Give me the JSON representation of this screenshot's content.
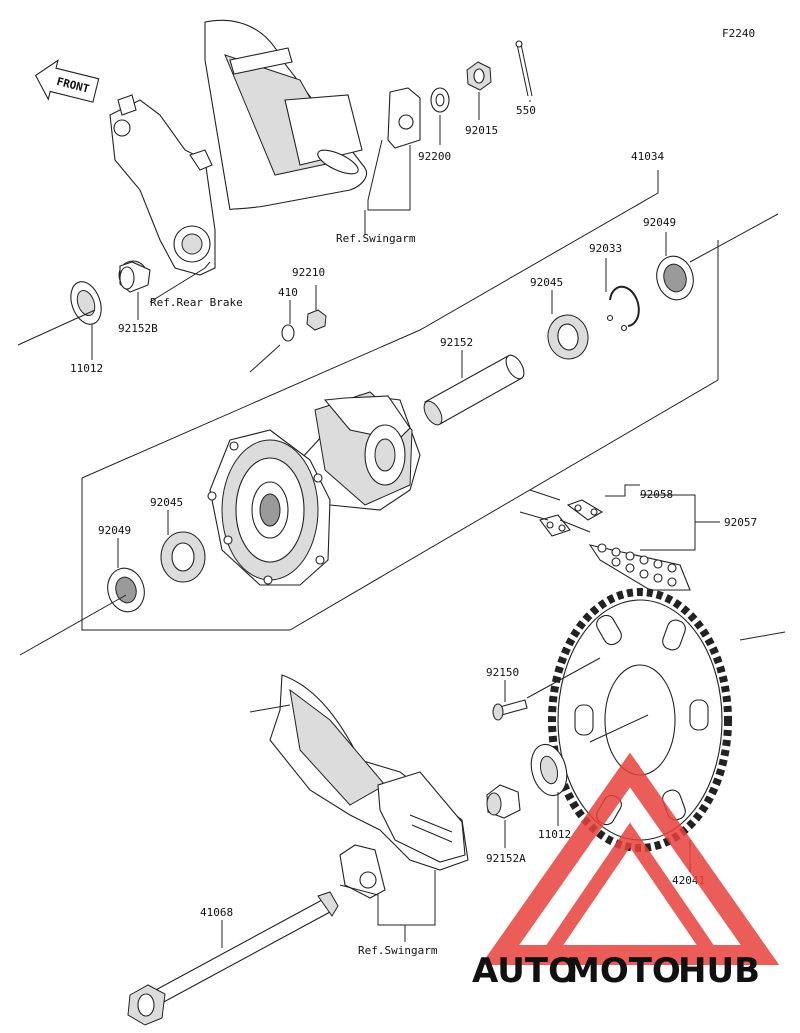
{
  "figure_code": "F2240",
  "front_label": "FRONT",
  "parts": [
    {
      "id": "p550",
      "number": "550"
    },
    {
      "id": "p92015",
      "number": "92015"
    },
    {
      "id": "p92200",
      "number": "92200"
    },
    {
      "id": "p41034",
      "number": "41034"
    },
    {
      "id": "p92049a",
      "number": "92049"
    },
    {
      "id": "p92033",
      "number": "92033"
    },
    {
      "id": "p92045a",
      "number": "92045"
    },
    {
      "id": "p92210",
      "number": "92210"
    },
    {
      "id": "p410",
      "number": "410"
    },
    {
      "id": "p92152",
      "number": "92152"
    },
    {
      "id": "p92152b",
      "number": "92152B"
    },
    {
      "id": "p11012a",
      "number": "11012"
    },
    {
      "id": "p92045b",
      "number": "92045"
    },
    {
      "id": "p92049b",
      "number": "92049"
    },
    {
      "id": "p92058",
      "number": "92058"
    },
    {
      "id": "p92057",
      "number": "92057"
    },
    {
      "id": "p92150",
      "number": "92150"
    },
    {
      "id": "p11012b",
      "number": "11012"
    },
    {
      "id": "p92152a",
      "number": "92152A"
    },
    {
      "id": "p42041",
      "number": "42041"
    },
    {
      "id": "p41068",
      "number": "41068"
    }
  ],
  "references": {
    "swingarm_top": "Ref.Swingarm",
    "rear_brake": "Ref.Rear Brake",
    "swingarm_bottom": "Ref.Swingarm"
  },
  "watermark": {
    "word1": "AUTO",
    "word2": "MOTO",
    "word3": "HUB",
    "color_orange": "#f5a623",
    "color_red": "#e8413b",
    "color_gray": "#4a4a4a"
  }
}
